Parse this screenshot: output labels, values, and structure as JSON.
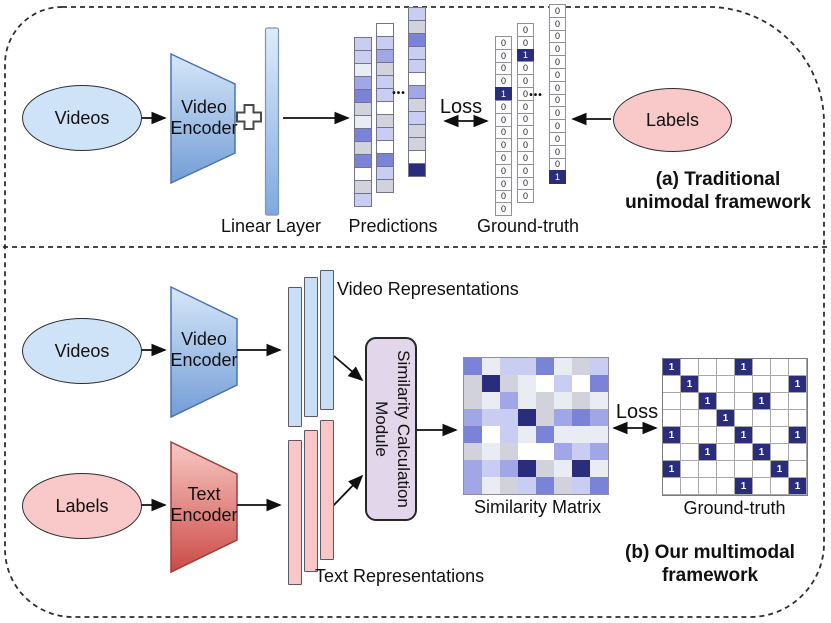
{
  "figure": {
    "palette": {
      "W": "#ffffff",
      "E": "#eaecf4",
      "G": "#d2d2dd",
      "L": "#c9cdf1",
      "M": "#a0a6e6",
      "P": "#7b83d8",
      "N": "#2a2d7c"
    },
    "section_a": {
      "caption": [
        "(a) Traditional",
        "unimodal framework"
      ],
      "videos": "Videos",
      "labels": "Labels",
      "video_encoder": "Video Encoder",
      "linear_layer": "Linear Layer",
      "predictions": "Predictions",
      "ground_truth": "Ground-truth",
      "loss": "Loss",
      "ellipsis": "•••",
      "prediction_columns": [
        "LLEMPGEPGPWGL",
        "WLMGLLWGLWPLG",
        "LGPLLWMGLGGWN"
      ],
      "ground_truth_columns": [
        "00001000000000",
        "00100000000000",
        "00000000000001"
      ]
    },
    "section_b": {
      "caption": [
        "(b) Our multimodal",
        "framework"
      ],
      "videos": "Videos",
      "labels": "Labels",
      "video_encoder": "Video Encoder",
      "text_encoder": "Text Encoder",
      "video_representations": "Video Representations",
      "text_representations": "Text Representations",
      "similarity_module": "Similarity Calculation Module",
      "similarity_matrix_label": "Similarity Matrix",
      "ground_truth_label": "Ground-truth",
      "loss": "Loss",
      "similarity_matrix": [
        "PELLPEGL",
        "GNGEWLWP",
        "GEMEGEGE",
        "MLLNGMPM",
        "PWLEPEEE",
        "GEGWWMLM",
        "MLMNGENE",
        "MEGLPGLP"
      ],
      "ground_truth_matrix": [
        "10001000",
        "01000001",
        "00100100",
        "00010000",
        "10001001",
        "00100100",
        "10000010",
        "00001001"
      ]
    }
  }
}
